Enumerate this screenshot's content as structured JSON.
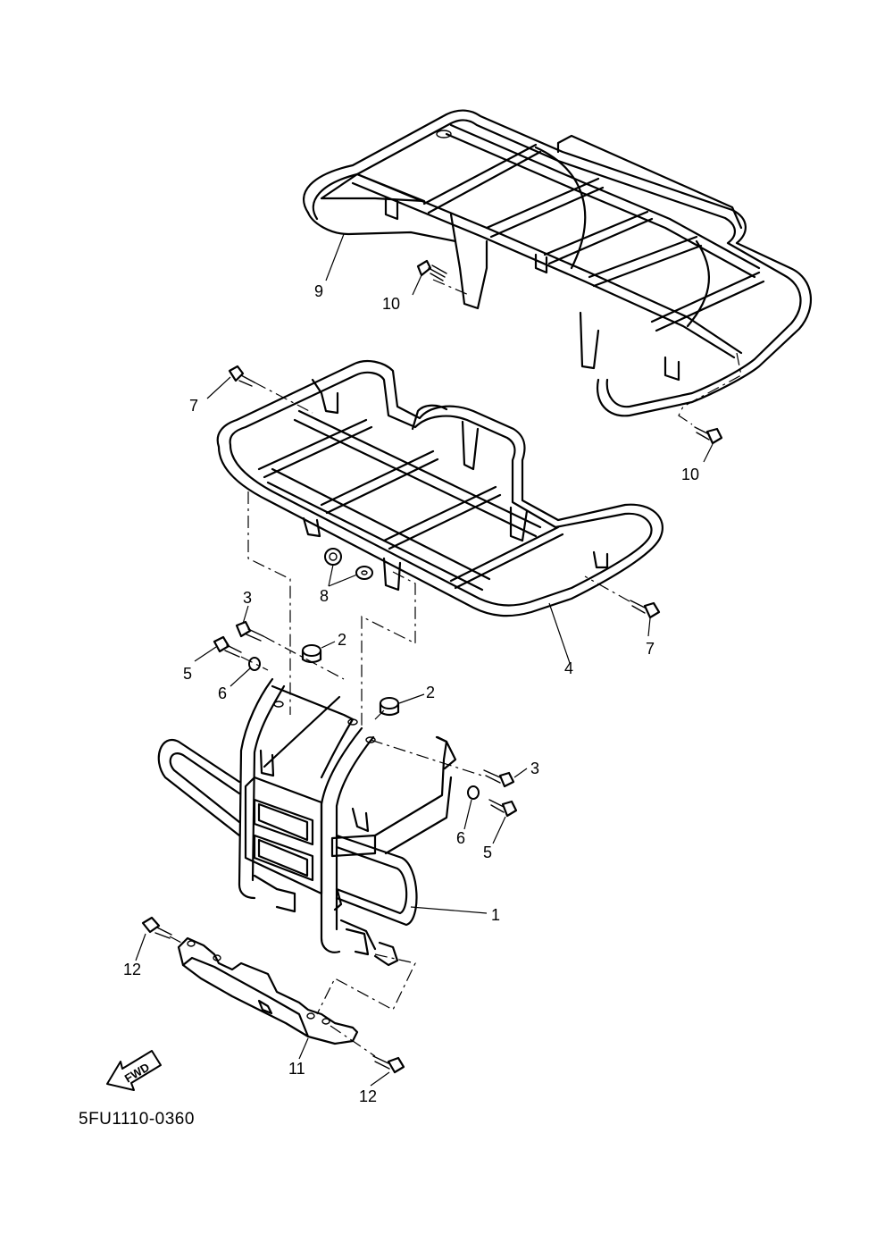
{
  "diagram": {
    "part_code": "5FU1110-0360",
    "fwd_label": "FWD",
    "callouts": [
      {
        "id": "c9",
        "text": "9"
      },
      {
        "id": "c10a",
        "text": "10"
      },
      {
        "id": "c10b",
        "text": "10"
      },
      {
        "id": "c7a",
        "text": "7"
      },
      {
        "id": "c7b",
        "text": "7"
      },
      {
        "id": "c8",
        "text": "8"
      },
      {
        "id": "c4",
        "text": "4"
      },
      {
        "id": "c3a",
        "text": "3"
      },
      {
        "id": "c2a",
        "text": "2"
      },
      {
        "id": "c5a",
        "text": "5"
      },
      {
        "id": "c6a",
        "text": "6"
      },
      {
        "id": "c2b",
        "text": "2"
      },
      {
        "id": "c3b",
        "text": "3"
      },
      {
        "id": "c6b",
        "text": "6"
      },
      {
        "id": "c5b",
        "text": "5"
      },
      {
        "id": "c1",
        "text": "1"
      },
      {
        "id": "c12a",
        "text": "12"
      },
      {
        "id": "c11",
        "text": "11"
      },
      {
        "id": "c12b",
        "text": "12"
      }
    ]
  }
}
